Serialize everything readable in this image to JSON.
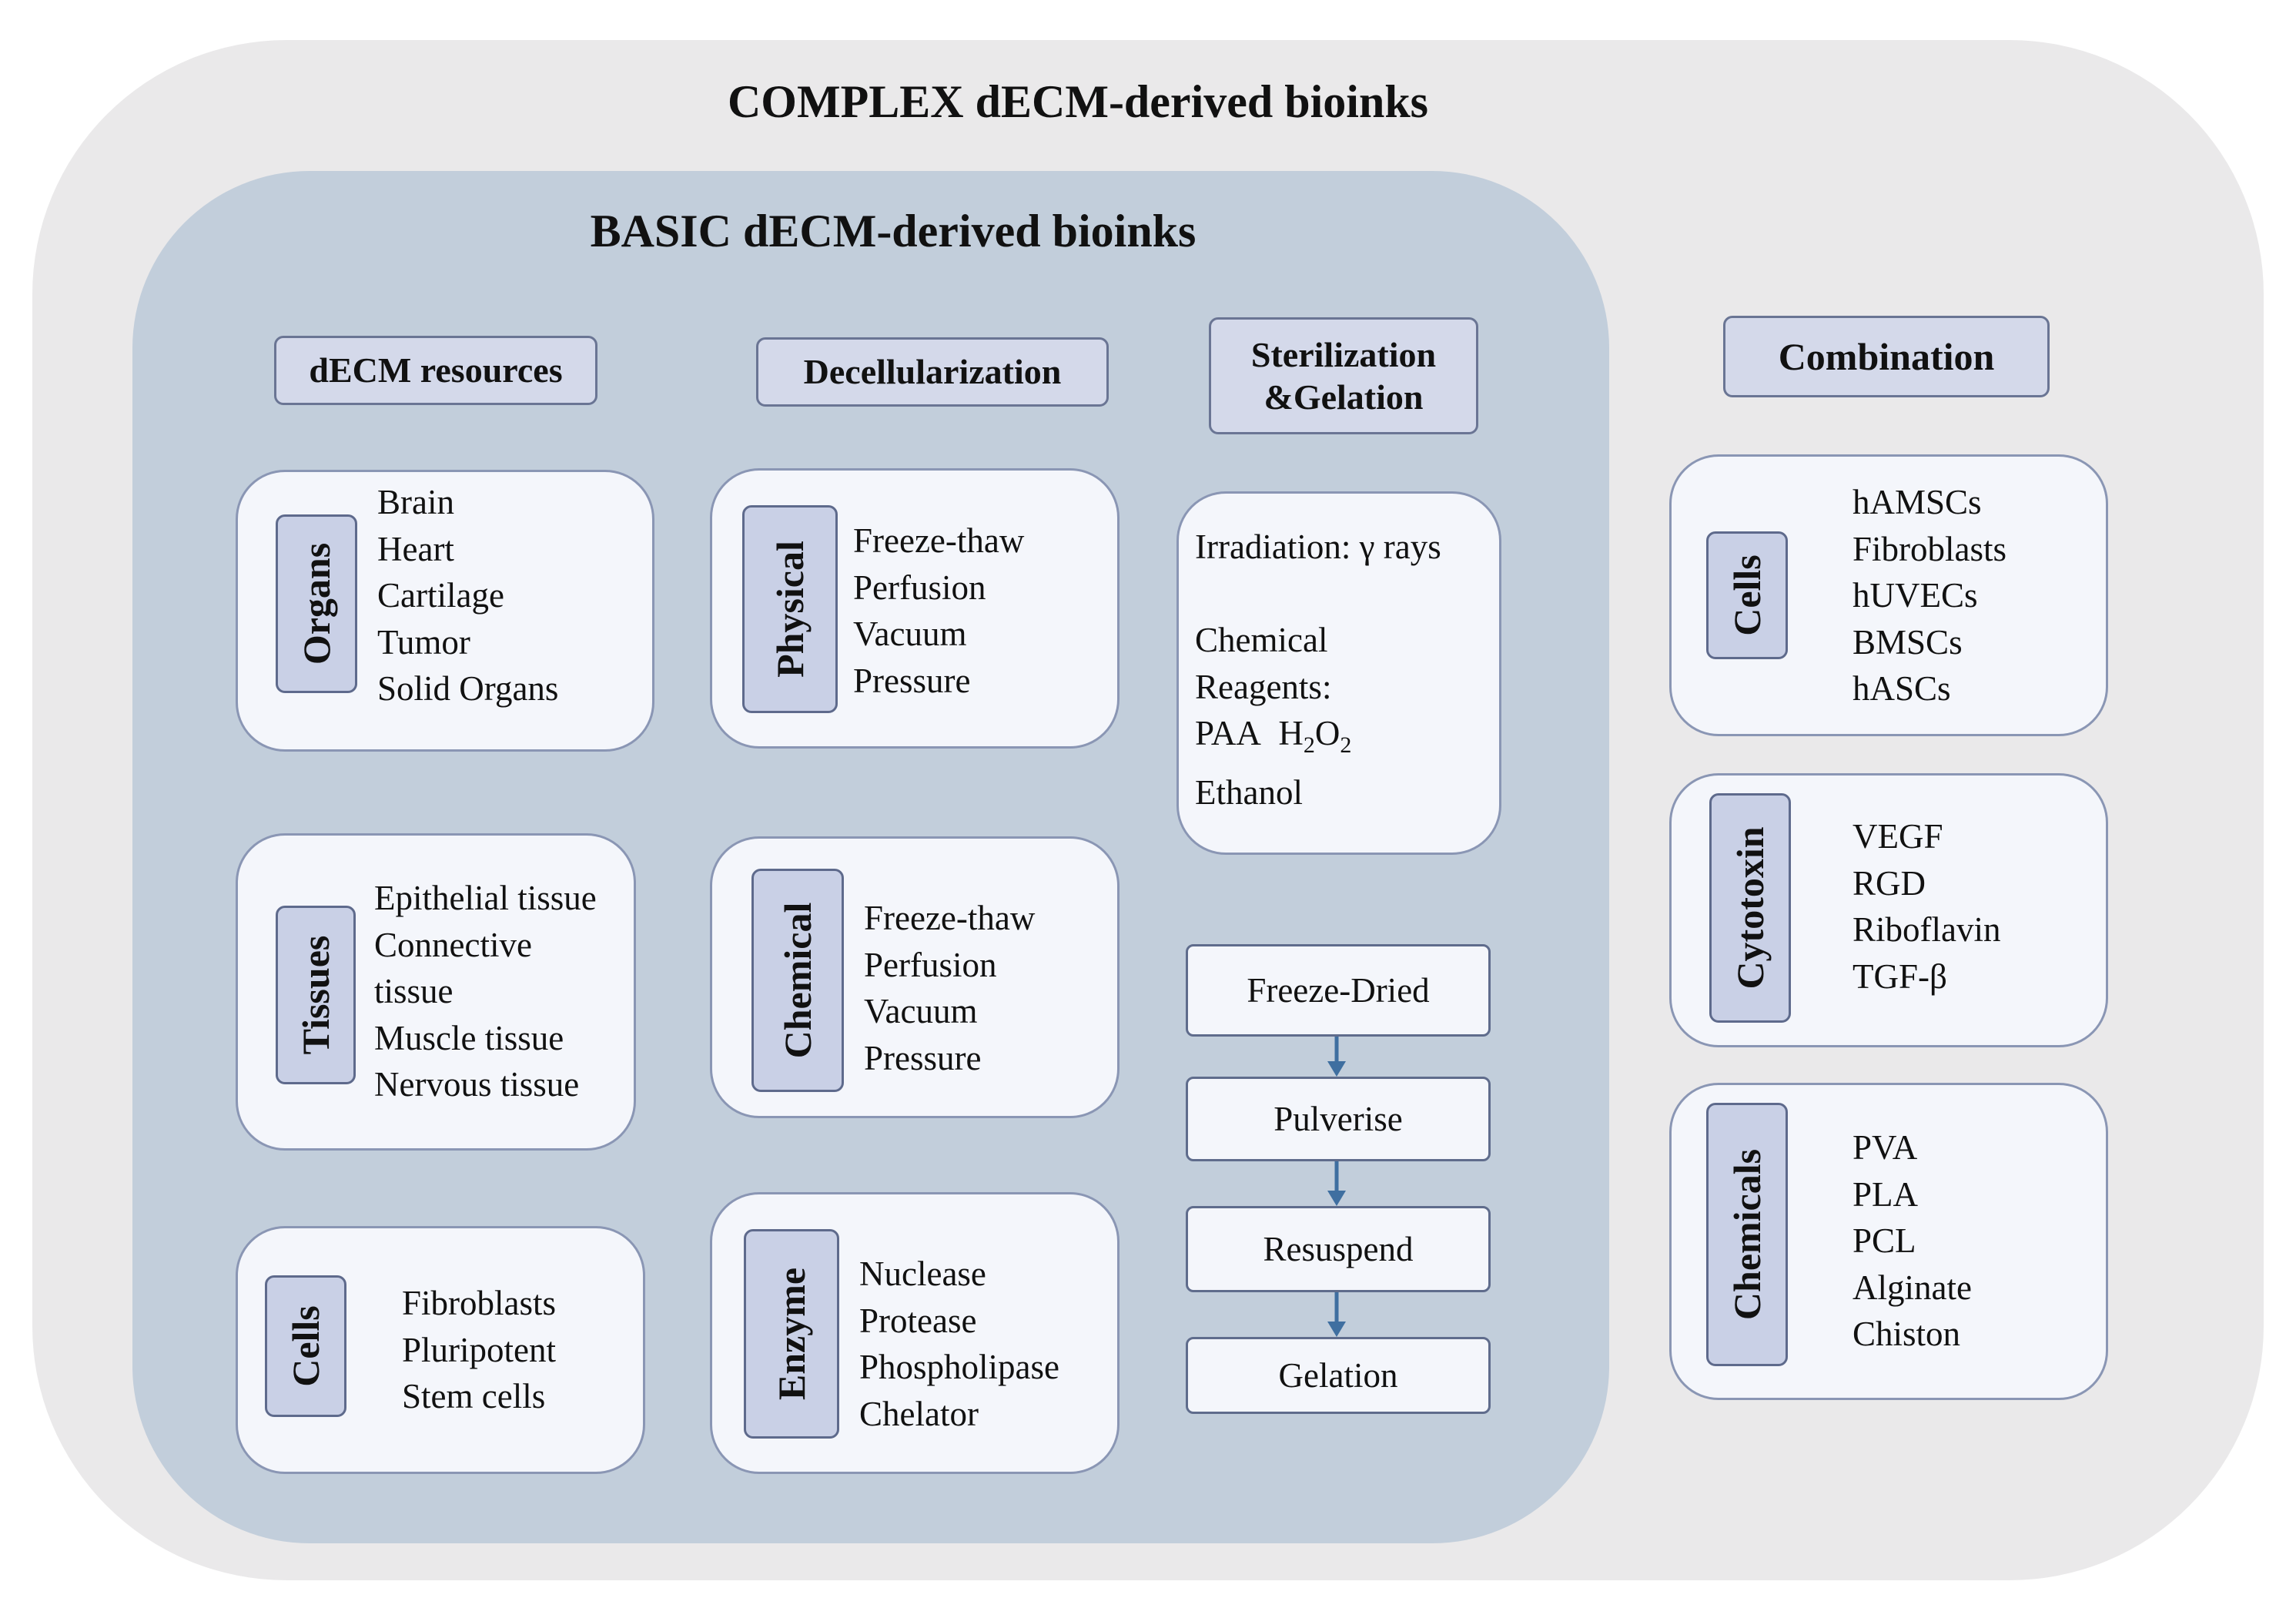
{
  "outer_title": "COMPLEX dECM-derived bioinks",
  "inner_title": "BASIC dECM-derived bioinks",
  "headers": {
    "resources": "dECM resources",
    "decell": "Decellularization",
    "steril_line1": "Sterilization",
    "steril_line2": "&Gelation",
    "combination": "Combination"
  },
  "resources": [
    {
      "tag": "Organs",
      "items": [
        "Brain",
        "Heart",
        "Cartilage",
        "Tumor",
        "Solid Organs"
      ]
    },
    {
      "tag": "Tissues",
      "items": [
        "Epithelial tissue",
        "Connective",
        "tissue",
        "Muscle tissue",
        "Nervous tissue"
      ]
    },
    {
      "tag": "Cells",
      "items": [
        "Fibroblasts",
        "Pluripotent",
        "Stem cells"
      ]
    }
  ],
  "decell": [
    {
      "tag": "Physical",
      "items": [
        "Freeze-thaw",
        "Perfusion",
        "Vacuum",
        "Pressure"
      ]
    },
    {
      "tag": "Chemical",
      "items": [
        "Freeze-thaw",
        "Perfusion",
        "Vacuum",
        "Pressure"
      ]
    },
    {
      "tag": "Enzyme",
      "items": [
        "Nuclease",
        "Protease",
        "Phospholipase",
        "Chelator"
      ]
    }
  ],
  "sterilization": {
    "irradiation": "Irradiation: γ rays",
    "chemical": "Chemical",
    "reagents": "Reagents:",
    "paa": "PAA",
    "h": "H",
    "sub1": "2",
    "o": "O",
    "sub2": "2",
    "ethanol": "Ethanol"
  },
  "steps": [
    "Freeze-Dried",
    "Pulverise",
    "Resuspend",
    "Gelation"
  ],
  "combination": [
    {
      "tag": "Cells",
      "items": [
        "hAMSCs",
        "Fibroblasts",
        "hUVECs",
        "BMSCs",
        "hASCs"
      ]
    },
    {
      "tag": "Cytotoxin",
      "items": [
        "VEGF",
        "RGD",
        "Riboflavin",
        "TGF-β"
      ]
    },
    {
      "tag": "Chemicals",
      "items": [
        "PVA",
        "PLA",
        "PCL",
        "Alginate",
        "Chiston"
      ]
    }
  ],
  "colors": {
    "outer_bg": "#eae9ea",
    "inner_bg": "#c2cedb",
    "card_bg": "#f4f6fb",
    "tag_bg": "#c9d0e6",
    "arrow": "#3f6fa0"
  }
}
